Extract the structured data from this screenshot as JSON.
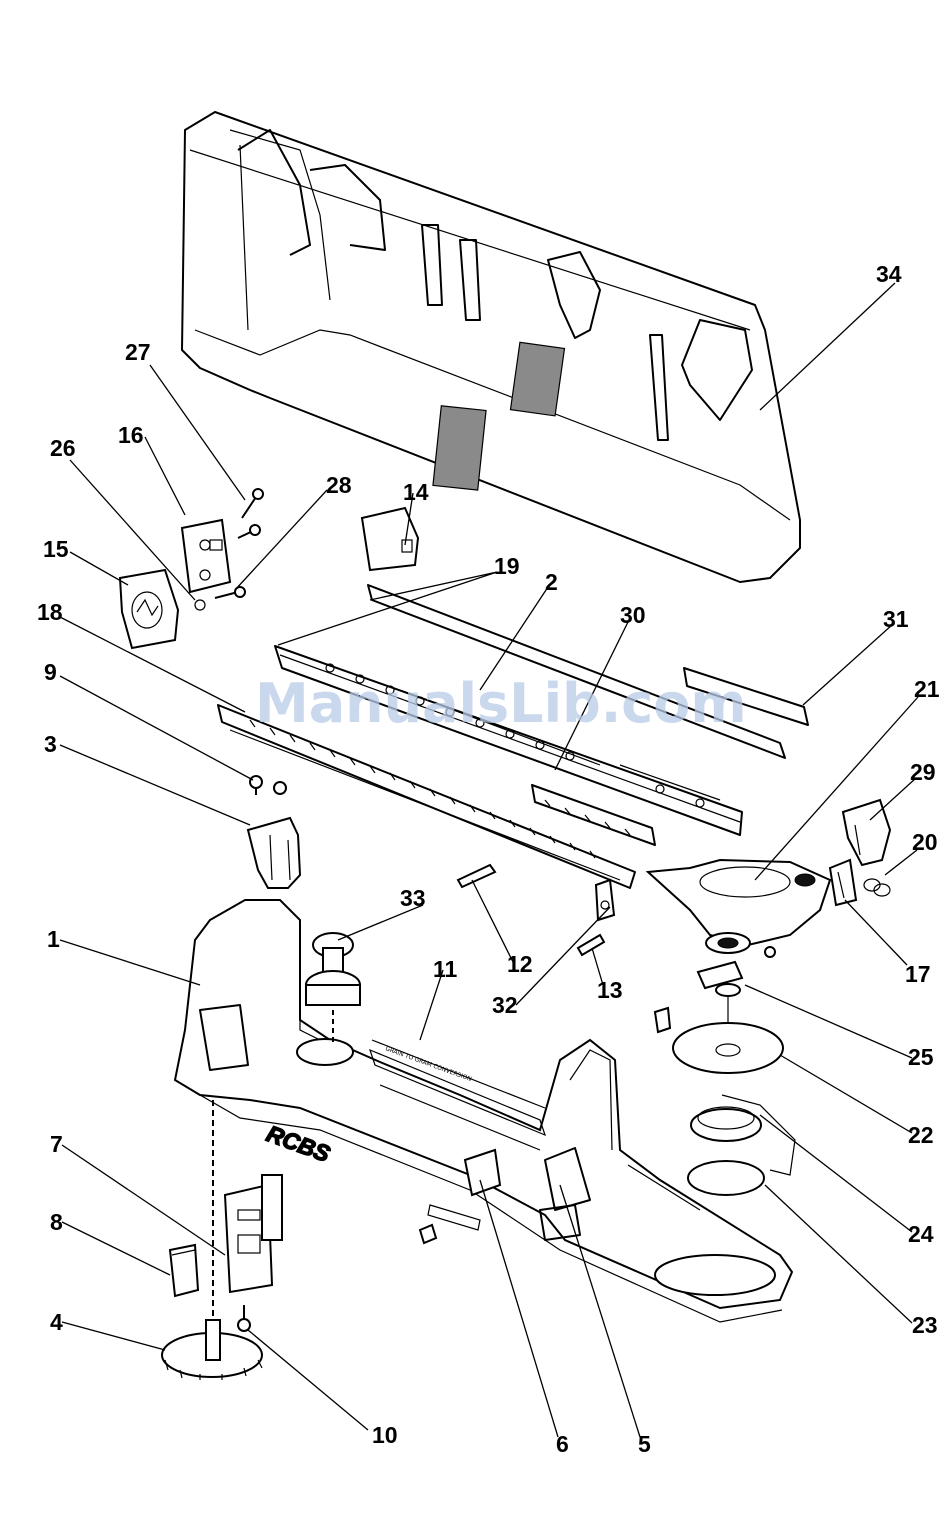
{
  "watermark": "ManualsLib.com",
  "brand_lettering": "RCBS",
  "callouts": {
    "c1": "1",
    "c2": "2",
    "c3": "3",
    "c4": "4",
    "c5": "5",
    "c6": "6",
    "c7": "7",
    "c8": "8",
    "c9": "9",
    "c10": "10",
    "c11": "11",
    "c12": "12",
    "c13": "13",
    "c14": "14",
    "c15": "15",
    "c16": "16",
    "c17": "17",
    "c18": "18",
    "c19": "19",
    "c20": "20",
    "c21": "21",
    "c22": "22",
    "c23": "23",
    "c24": "24",
    "c25": "25",
    "c26": "26",
    "c27": "27",
    "c28": "28",
    "c29": "29",
    "c30": "30",
    "c31": "31",
    "c32": "32",
    "c33": "33",
    "c34": "34"
  },
  "colors": {
    "line": "#000000",
    "watermark": "#b9cbe8",
    "background": "#ffffff"
  }
}
